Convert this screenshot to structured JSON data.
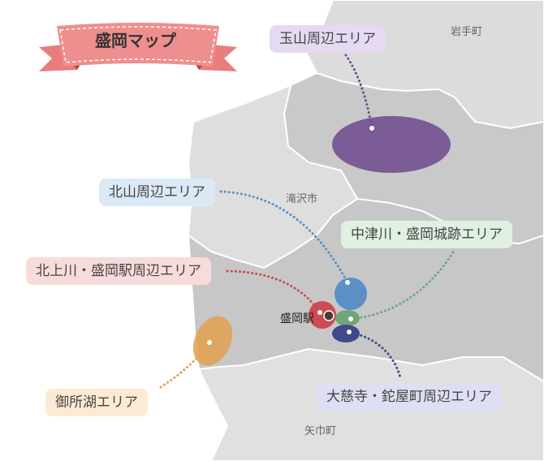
{
  "title": "盛岡マップ",
  "towns": {
    "iwate": "岩手町",
    "takizawa": "滝沢市",
    "yahaba": "矢巾町"
  },
  "station": "盛岡駅",
  "areas": {
    "tamayama": {
      "label": "玉山周辺エリア",
      "color": "#7b5c96"
    },
    "kitayama": {
      "label": "北山周辺エリア",
      "color": "#5b8fc6"
    },
    "nakatsugawa": {
      "label": "中津川・盛岡城跡エリア",
      "color": "#6ea67a"
    },
    "kitakami": {
      "label": "北上川・盛岡駅周辺エリア",
      "color": "#cc4b54"
    },
    "gosho": {
      "label": "御所湖エリア",
      "color": "#e3a04f"
    },
    "daijiji": {
      "label": "大慈寺・鉈屋町周辺エリア",
      "color": "#3e4a8a"
    }
  }
}
